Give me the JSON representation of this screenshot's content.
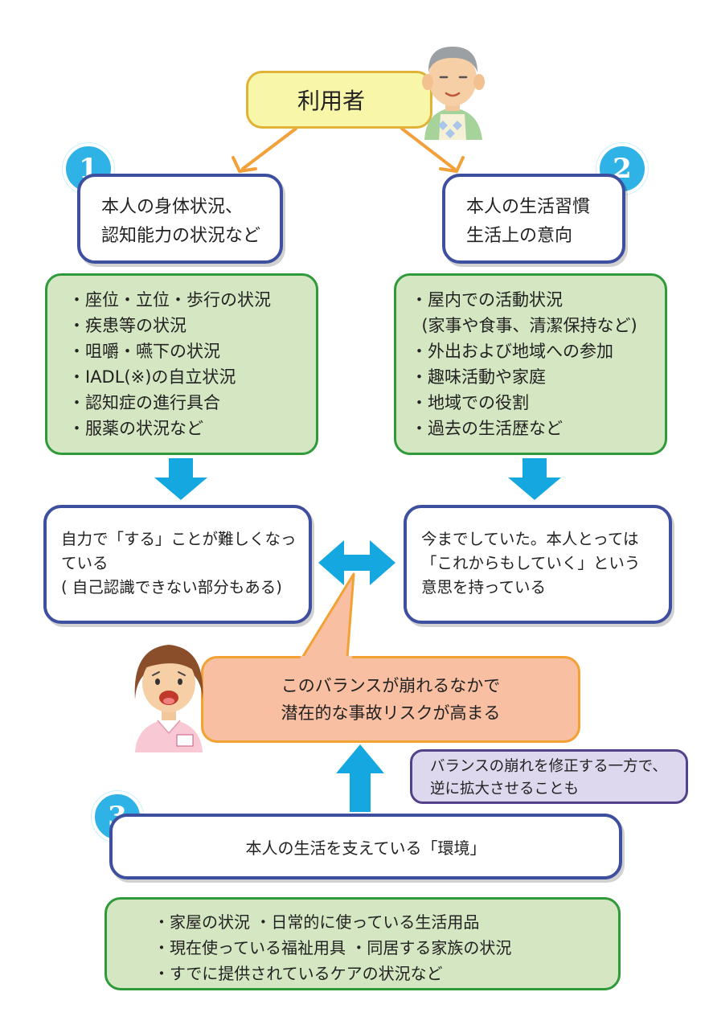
{
  "user": {
    "label": "利用者"
  },
  "section1": {
    "number": "1",
    "title": [
      "本人の身体状況、",
      "認知能力の状況など"
    ],
    "items": [
      "・座位・立位・歩行の状況",
      "・疾患等の状況",
      "・咀嚼・嚥下の状況",
      "・IADL(※)の自立状況",
      "・認知症の進行具合",
      "・服薬の状況など"
    ],
    "result": [
      "自力で「する」ことが難しくなっ",
      "ている",
      "( 自己認識できない部分もある)"
    ]
  },
  "section2": {
    "number": "2",
    "title": [
      "本人の生活習慣",
      "生活上の意向"
    ],
    "items": [
      "・屋内での活動状況",
      "  (家事や食事、清潔保持など)",
      "・外出および地域への参加",
      "・趣味活動や家庭",
      "・地域での役割",
      "・過去の生活歴など"
    ],
    "result": [
      "今までしていた。本人とっては",
      "「これからもしていく」という",
      "意思を持っている"
    ]
  },
  "balloon": {
    "lines": [
      "このバランスが崩れるなかで",
      "潜在的な事故リスクが高まる"
    ]
  },
  "note": {
    "lines": [
      "バランスの崩れを修正する一方で、",
      "逆に拡大させることも"
    ]
  },
  "section3": {
    "number": "3",
    "title": "本人の生活を支えている「環境」",
    "items": [
      "・家屋の状況 ・日常的に使っている生活用品",
      "・現在使っている福祉用具 ・同居する家族の状況",
      "・すでに提供されているケアの状況など"
    ]
  },
  "colors": {
    "badge": "#2fb3e6",
    "arrow_blue": "#15a8e0",
    "arrow_orange": "#f2a13a",
    "box_border": "#3d4f9e",
    "green_fill": "#d5e6c2",
    "green_border": "#2f9a3a",
    "balloon_fill": "#f9bfa2",
    "note_fill": "#ded8ef",
    "user_fill": "#f8f6a8"
  }
}
